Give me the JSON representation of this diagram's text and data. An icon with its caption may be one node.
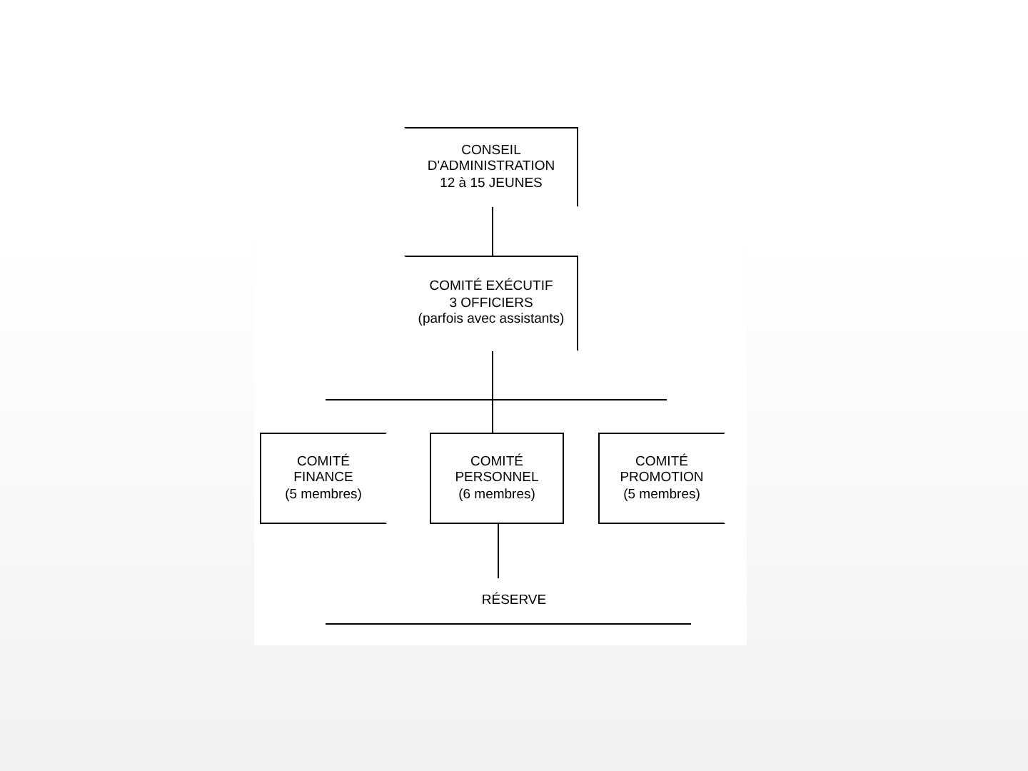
{
  "diagram": {
    "nodes": [
      {
        "text": [
          "CONSEIL D'ADMINISTRATION",
          "12 à 15 JEUNES"
        ]
      },
      {
        "text": [
          "COMITÉ EXÉCUTIF",
          "3 OFFICIERS",
          "(parfois avec assistants)"
        ]
      },
      {
        "text": [
          "COMITÉ FINANCE",
          "(5 membres)"
        ]
      },
      {
        "text": [
          "COMITÉ PERSONNEL",
          "(6 membres)"
        ]
      },
      {
        "text": [
          "COMITÉ PROMOTION",
          "(5 membres)"
        ]
      },
      {
        "text": [
          "RÉSERVE"
        ]
      }
    ],
    "edges": [
      {
        "from": 0,
        "to": 1,
        "arrow": "none"
      },
      {
        "from": 1,
        "to": 3,
        "arrow": "none"
      },
      {
        "from": 3,
        "to": 5,
        "arrow": "none"
      }
    ]
  }
}
